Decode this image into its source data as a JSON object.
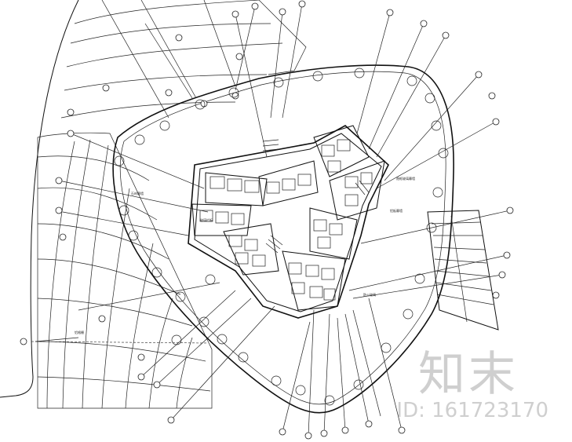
{
  "watermark": {
    "logo": "知末",
    "id_text": "ID: 161723170"
  },
  "plan_notes": [
    "隐框玻璃幕墙",
    "铝板幕墙",
    "防火玻璃",
    "石材幕墙",
    "铝格栅",
    "玻璃栏板"
  ]
}
